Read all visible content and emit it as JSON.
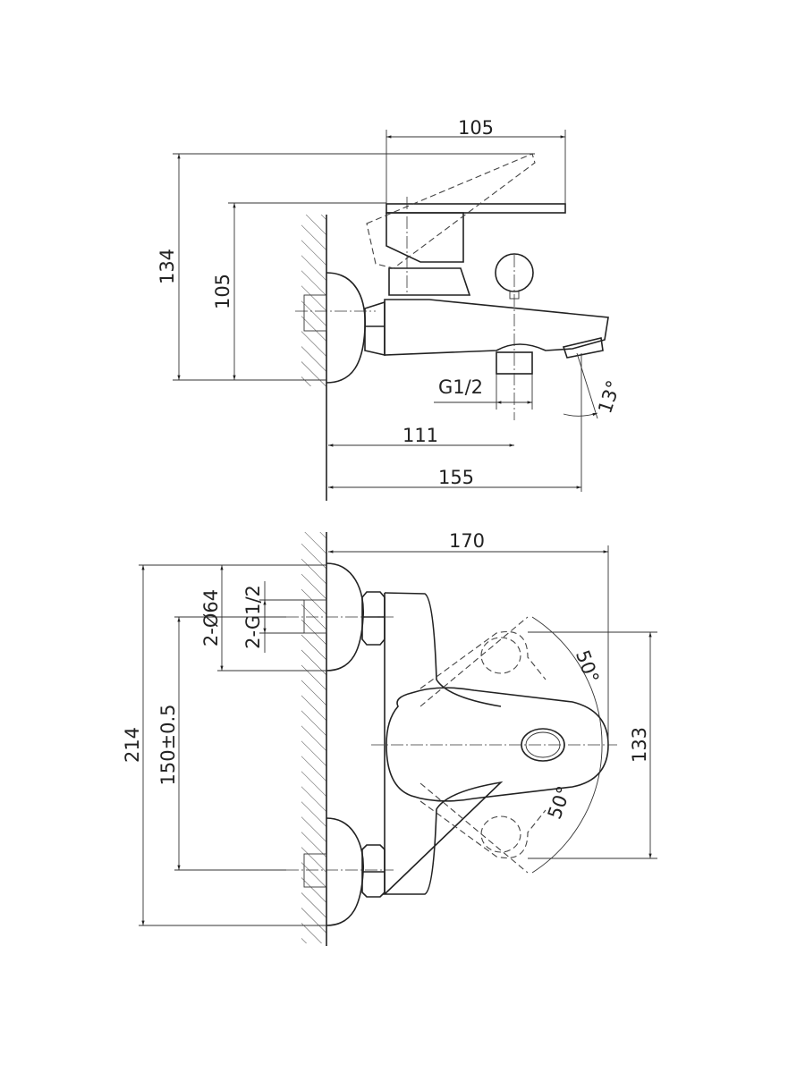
{
  "side_view": {
    "dim_handle_width": "105",
    "dim_total_height": "134",
    "dim_handle_height": "105",
    "dim_outlet_thread": "G1/2",
    "dim_spout_angle": "13°",
    "dim_outlet_offset": "111",
    "dim_total_depth": "155"
  },
  "front_view": {
    "dim_depth": "170",
    "dim_flange_diameter": "2-Ø64",
    "dim_inlet_thread": "2-G1/2",
    "dim_center_distance": "150±0.5",
    "dim_total_height": "214",
    "dim_angle_upper": "50°",
    "dim_angle_lower": "50°",
    "dim_lever_sweep": "133"
  }
}
